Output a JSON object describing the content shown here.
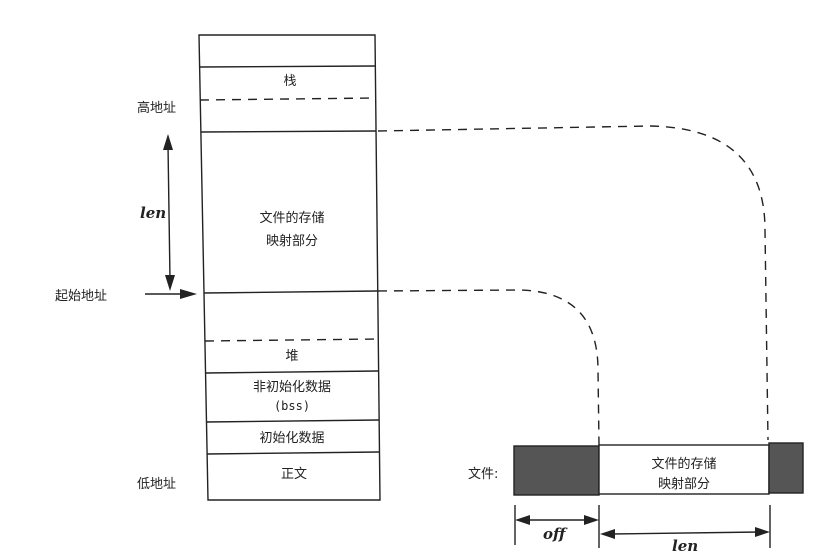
{
  "memory": {
    "high_address": "高地址",
    "low_address": "低地址",
    "start_address": "起始地址",
    "len": "len",
    "segments": {
      "stack": "栈",
      "mapped_line1": "文件的存储",
      "mapped_line2": "映射部分",
      "heap": "堆",
      "bss_line1": "非初始化数据",
      "bss_line2": "(bss)",
      "data": "初始化数据",
      "text": "正文"
    }
  },
  "file": {
    "label": "文件:",
    "mapped_line1": "文件的存储",
    "mapped_line2": "映射部分",
    "off": "off",
    "len": "len",
    "shade_color": "#555555"
  }
}
